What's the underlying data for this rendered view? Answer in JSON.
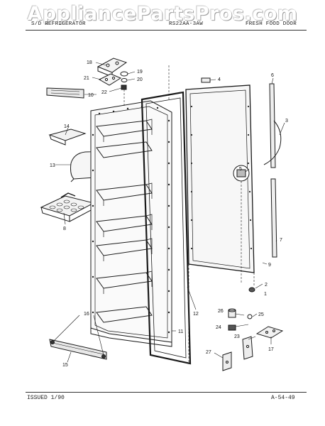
{
  "watermark": "AppliancePartsPros.com",
  "header": {
    "left": "S/D REFRIGERATOR",
    "center": "RS22AA-3AW",
    "right": "FRESH FOOD DOOR"
  },
  "footer": {
    "issued": "ISSUED 1/90",
    "code": "A-54-49"
  },
  "callouts": {
    "c1": "1",
    "c2": "2",
    "c3": "3",
    "c4": "4",
    "c5": "5",
    "c6": "6",
    "c7": "7",
    "c8": "8",
    "c9": "9",
    "c10": "10",
    "c11": "11",
    "c12": "12",
    "c13": "13",
    "c14": "14",
    "c15": "15",
    "c16": "16",
    "c17": "17",
    "c18": "18",
    "c19": "19",
    "c20": "20",
    "c21": "21",
    "c22": "22",
    "c23": "23",
    "c24": "24",
    "c25": "25",
    "c26": "26",
    "c27": "27"
  }
}
